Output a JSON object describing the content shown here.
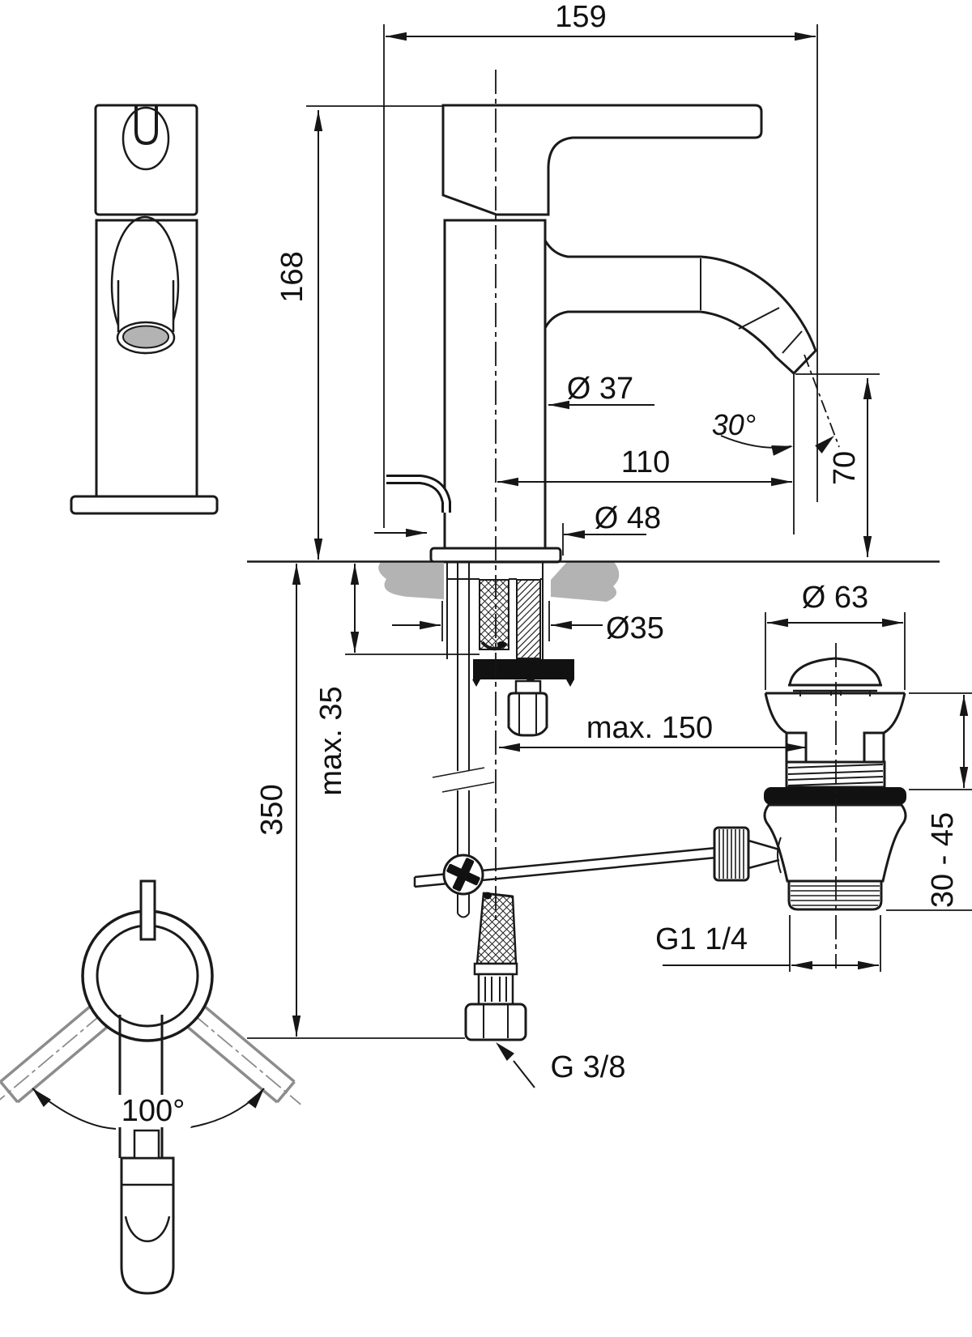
{
  "drawing": {
    "kind": "basin-mixer-installation-dimensional-drawing",
    "dimensions": {
      "total_width": "159",
      "body_height": "168",
      "body_diameter": "Ø 37",
      "outlet_angle": "30°",
      "spout_reach": "110",
      "outlet_height": "70",
      "base_diameter": "Ø 48",
      "mounting_hole_diameter": "Ø35",
      "deck_thickness_max": "max. 35",
      "hose_length": "350",
      "rod_reach_max": "max. 150",
      "waste_flange_diameter": "Ø 63",
      "basin_thickness_range": "30 - 45",
      "waste_thread": "G1 1/4",
      "supply_thread": "G 3/8",
      "handle_swivel_angle": "100°"
    },
    "colors": {
      "line": "#1a1a1a",
      "fill_gray": "#b3b3b3",
      "ghost_gray": "#8c8c8c",
      "background": "#ffffff"
    }
  }
}
